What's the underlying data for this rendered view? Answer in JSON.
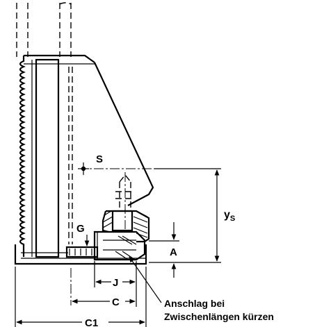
{
  "labels": {
    "S": "S",
    "ys_main": "y",
    "ys_sub": "S",
    "G": "G",
    "A": "A",
    "J": "J",
    "C": "C",
    "C1": "C1",
    "note_line1": "Anschlag bei",
    "note_line2": "Zwischenlängen kürzen"
  }
}
